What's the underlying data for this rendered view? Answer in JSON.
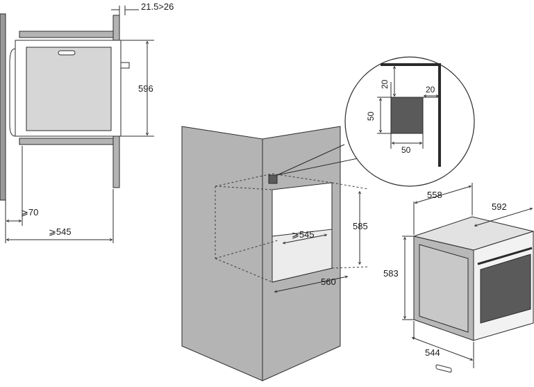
{
  "labels": {
    "side_gap": "21.5>26",
    "side_height": "596",
    "side_depth_min": "⩾70",
    "side_depth_total": "⩾545",
    "detail_top": "20",
    "detail_right": "20",
    "detail_side": "50",
    "detail_bottom": "50",
    "niche_height": "585",
    "niche_depth": "⩾545",
    "niche_width": "560",
    "oven_width": "558",
    "oven_total_width": "592",
    "oven_height": "583",
    "oven_depth": "544"
  },
  "colors": {
    "cabinet": "#b4b4b4",
    "cabinet_dark": "#8e8e8e",
    "oven_body": "#c8c8c8",
    "oven_window": "#5a5a5a",
    "wall": "#9a9a9a",
    "line": "#2a2a2a"
  }
}
